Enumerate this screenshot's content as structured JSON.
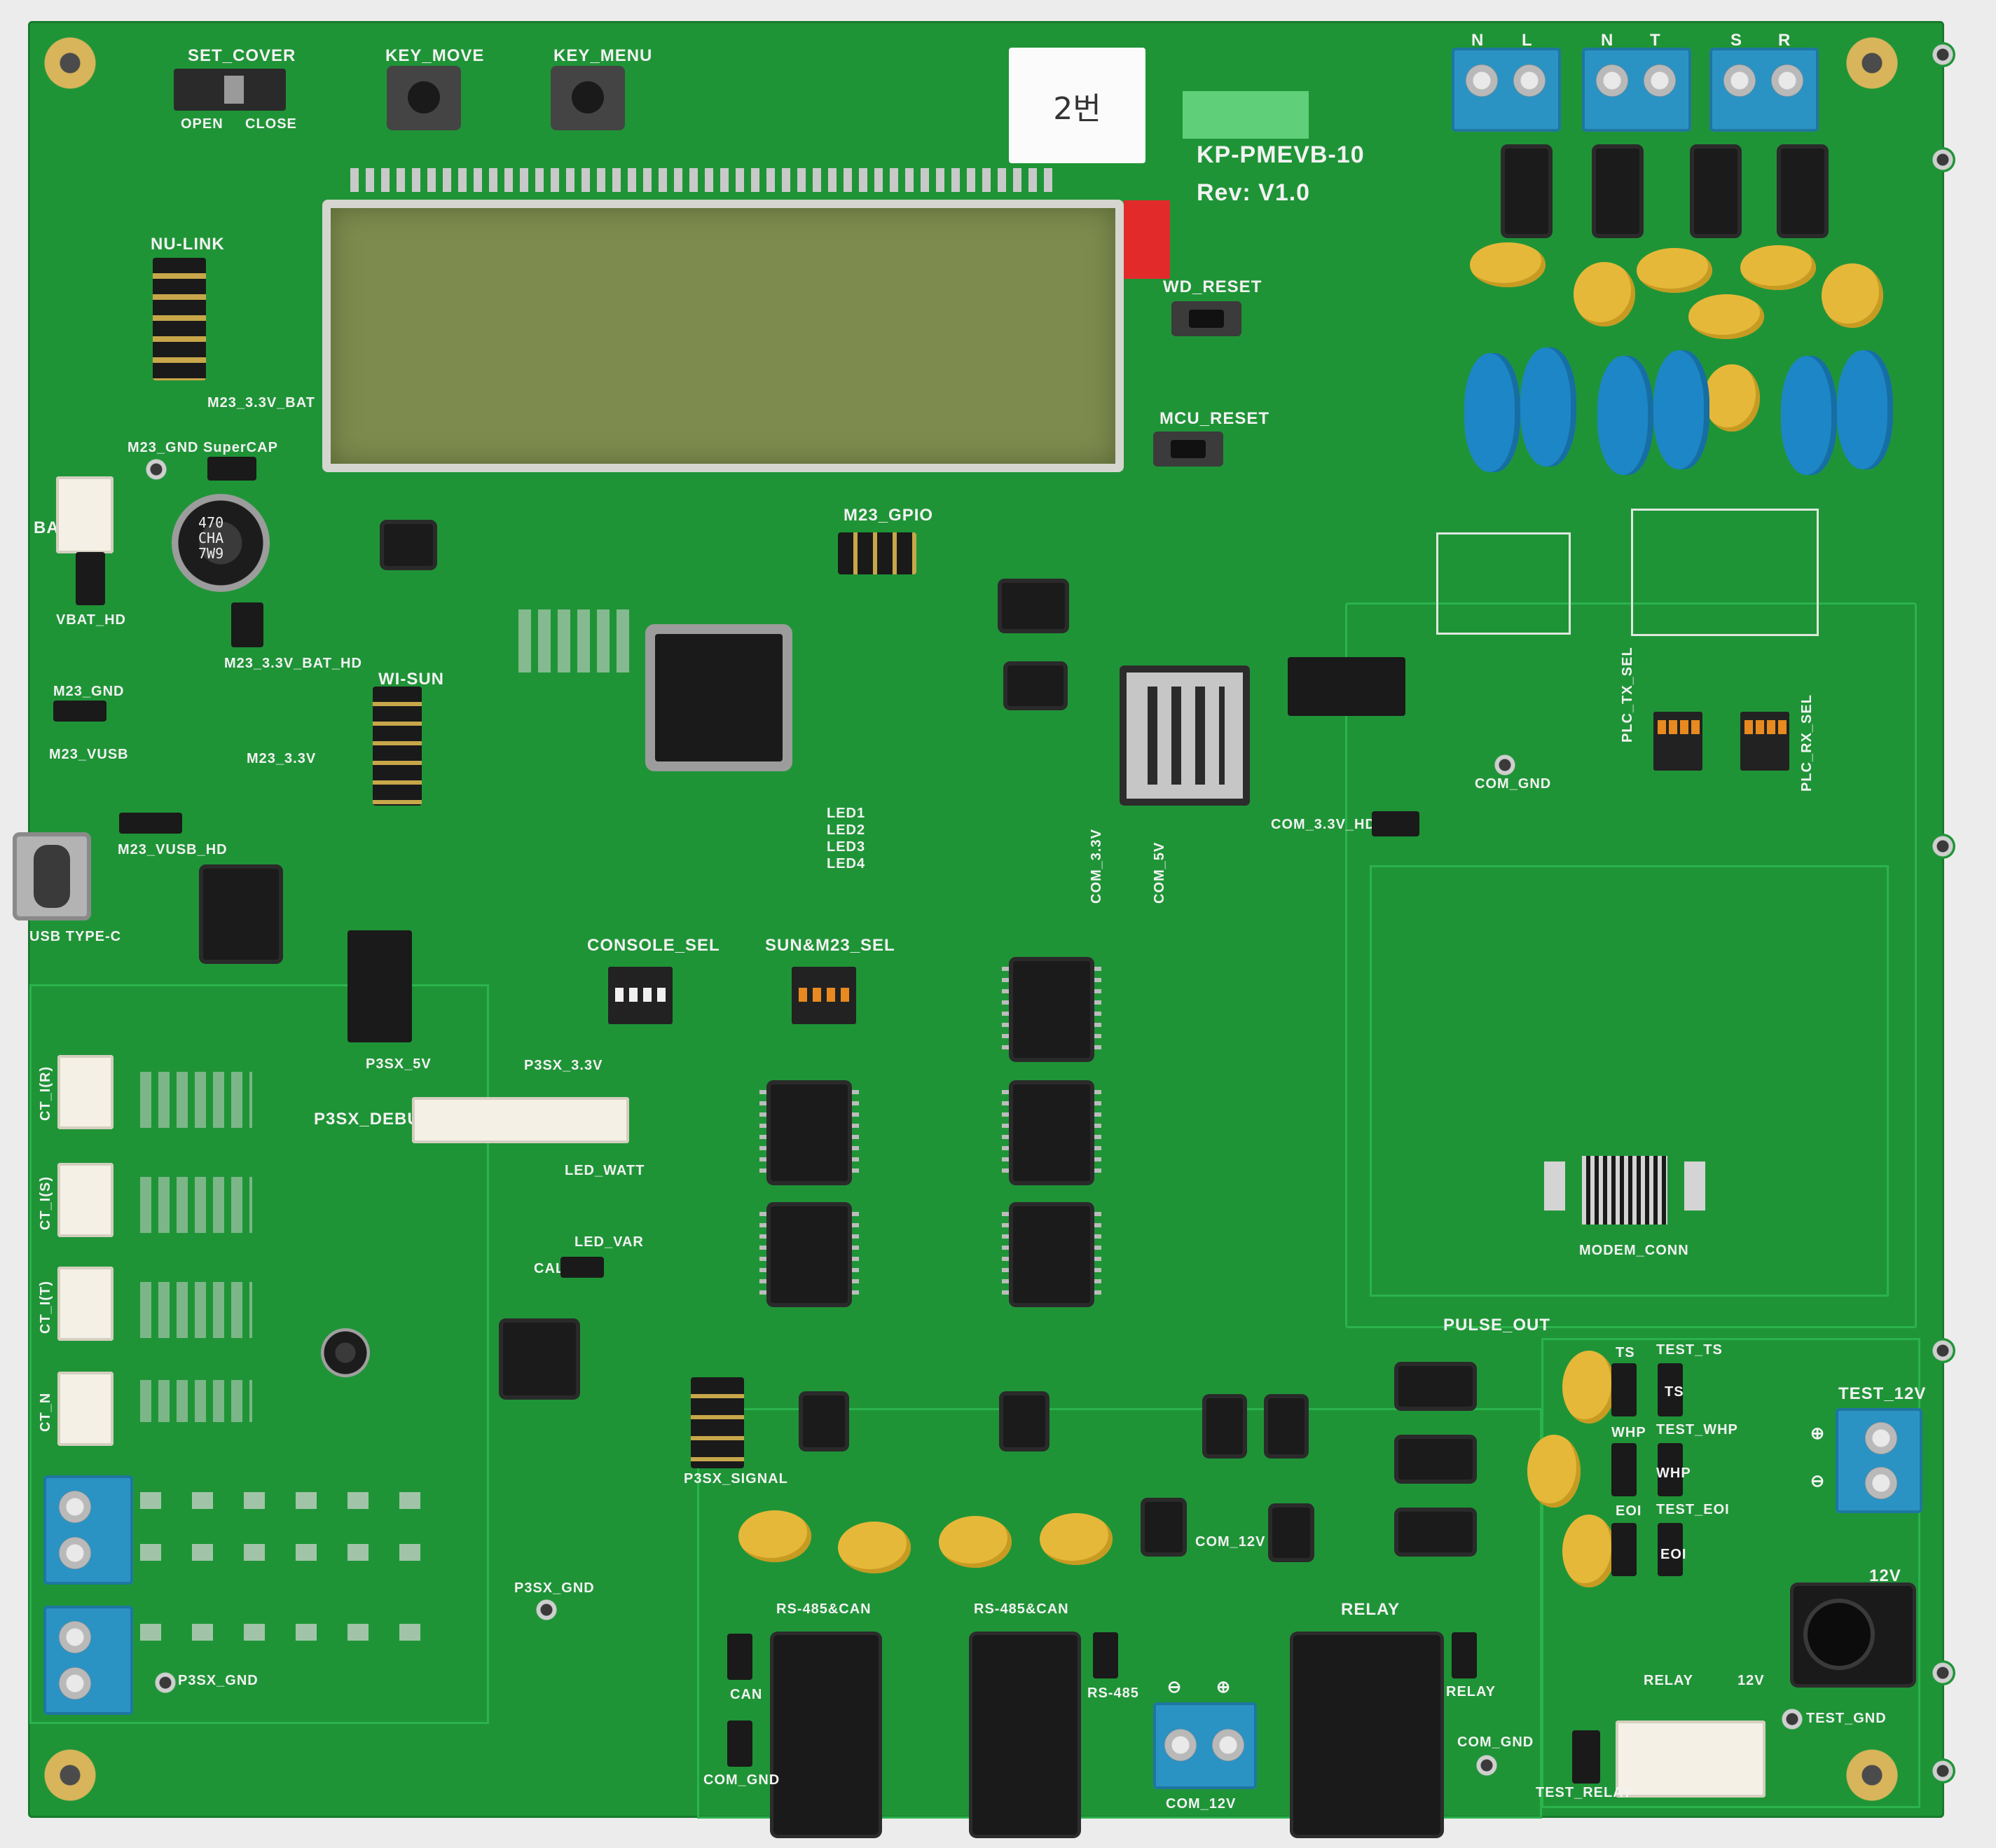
{
  "board": {
    "name": "KP-PMEVB-10",
    "revision": "Rev: V1.0",
    "sticker": "2번",
    "colors": {
      "pcb": "#1f9437",
      "silkscreen": "#f2f2f2",
      "terminal": "#2b93c4"
    }
  },
  "labels": {
    "set_cover": "SET_COVER",
    "open": "OPEN",
    "close": "CLOSE",
    "key_move": "KEY_MOVE",
    "key_menu": "KEY_MENU",
    "nu_link": "NU-LINK",
    "m23_3v3_bat": "M23_3.3V_BAT",
    "m23_gnd": "M23_GND",
    "supercap": "SuperCAP",
    "bat": "BAT",
    "vbat_hd": "VBAT_HD",
    "m23_3v3_bat_hd": "M23_3.3V_BAT_HD",
    "m23_gnd_2": "M23_GND",
    "m23_vusb": "M23_VUSB",
    "m23_3v3": "M23_3.3V",
    "m23_vusb_hd": "M23_VUSB_HD",
    "usb_type_c": "USB TYPE-C",
    "wi_sun": "WI-SUN",
    "m23_gpio": "M23_GPIO",
    "wd_reset": "WD_RESET",
    "mcu_reset": "MCU_RESET",
    "led1": "LED1",
    "led2": "LED2",
    "led3": "LED3",
    "led4": "LED4",
    "com_3v3_hd": "COM_3.3V_HD",
    "com_gnd_top": "COM_GND",
    "plc_tx_sel": "PLC_TX_SEL",
    "plc_rx_sel": "PLC_RX_SEL",
    "console_sel": "CONSOLE_SEL",
    "sun_m23_sel": "SUN&M23_SEL",
    "com_3v3": "COM_3.3V",
    "com_5v": "COM_5V",
    "p3sx_5v": "P3SX_5V",
    "p3sx_3v3": "P3SX_3.3V",
    "p3sx_debug": "P3SX_DEBUG",
    "led_watt": "LED_WATT",
    "led_var": "LED_VAR",
    "cal": "CAL",
    "ct_i_r": "CT_I(R)",
    "ct_i_s": "CT_I(S)",
    "ct_i_t": "CT_I(T)",
    "ct_n": "CT_N",
    "p3sx_gnd": "P3SX_GND",
    "p3sx_gnd_2": "P3SX_GND",
    "p3sx_signal": "P3SX_SIGNAL",
    "modem_conn": "MODEM_CONN",
    "pulse_out": "PULSE_OUT",
    "ts": "TS",
    "whp": "WHP",
    "eoi": "EOI",
    "test_ts": "TEST_TS",
    "test_whp": "TEST_WHP",
    "test_eoi": "TEST_EOI",
    "ts_b": "TS",
    "whp_b": "WHP",
    "eoi_b": "EOI",
    "test_12v": "TEST_12V",
    "v12": "12V",
    "rs485_can_1": "RS-485&CAN",
    "rs485_can_2": "RS-485&CAN",
    "can": "CAN",
    "rs485": "RS-485",
    "com_gnd_left": "COM_GND",
    "com_12v": "COM_12V",
    "com_12v_bottom": "COM_12V",
    "relay": "RELAY",
    "relay_right": "RELAY",
    "relay_small": "RELAY",
    "v12_small": "12V",
    "com_gnd_bottom": "COM_GND",
    "test_gnd": "TEST_GND",
    "test_relay": "TEST_RELAY",
    "n": "N",
    "l": "L",
    "n2": "N",
    "t": "T",
    "s": "S",
    "r": "R",
    "minus": "⊖",
    "plus": "⊕",
    "plus_r": "⊕",
    "minus_r": "⊖"
  }
}
